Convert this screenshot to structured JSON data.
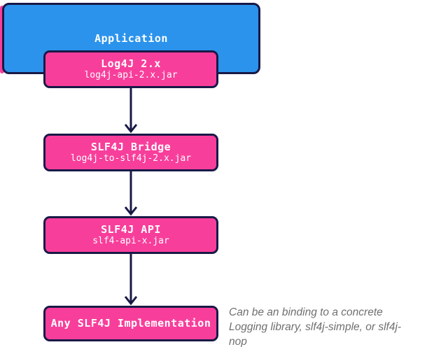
{
  "colors": {
    "blue": "#2B93EC",
    "pink": "#F83E9B",
    "border": "#191947",
    "text_light": "#FFFFFF",
    "annotation_gray": "#6F6F6F"
  },
  "application": {
    "label": "Application"
  },
  "nodes": [
    {
      "title": "Log4J 2.x",
      "subtitle": "log4j-api-2.x.jar"
    },
    {
      "title": "SLF4J Bridge",
      "subtitle": "log4j-to-slf4j-2.x.jar"
    },
    {
      "title": "SLF4J API",
      "subtitle": "slf4-api-x.jar"
    },
    {
      "title": "Any SLF4J Implementation",
      "subtitle": ""
    }
  ],
  "annotation": {
    "lines": [
      "Can be an binding to a concrete",
      "Logging library, slf4j-simple, or slf4j-",
      "nop"
    ]
  }
}
